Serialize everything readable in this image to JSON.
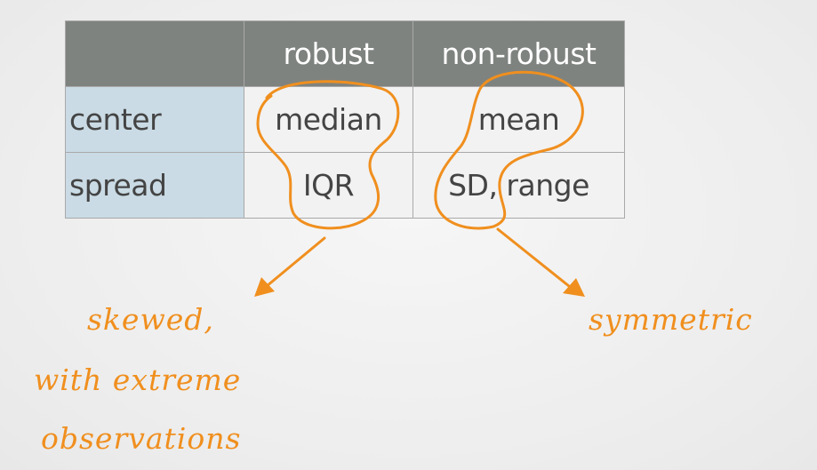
{
  "table": {
    "headers": [
      "",
      "robust",
      "non-robust"
    ],
    "rows": [
      {
        "label": "center",
        "robust": "median",
        "non_robust": "mean"
      },
      {
        "label": "spread",
        "robust": "IQR",
        "non_robust": "SD, range"
      }
    ]
  },
  "annotations": {
    "skewed_lines": [
      "skewed,",
      "with extreme",
      "observations"
    ],
    "symmetric": "symmetric"
  },
  "colors": {
    "header_bg": "#7f837f",
    "row_label_bg": "#cadbe5",
    "annotation": "#f08f1e"
  }
}
